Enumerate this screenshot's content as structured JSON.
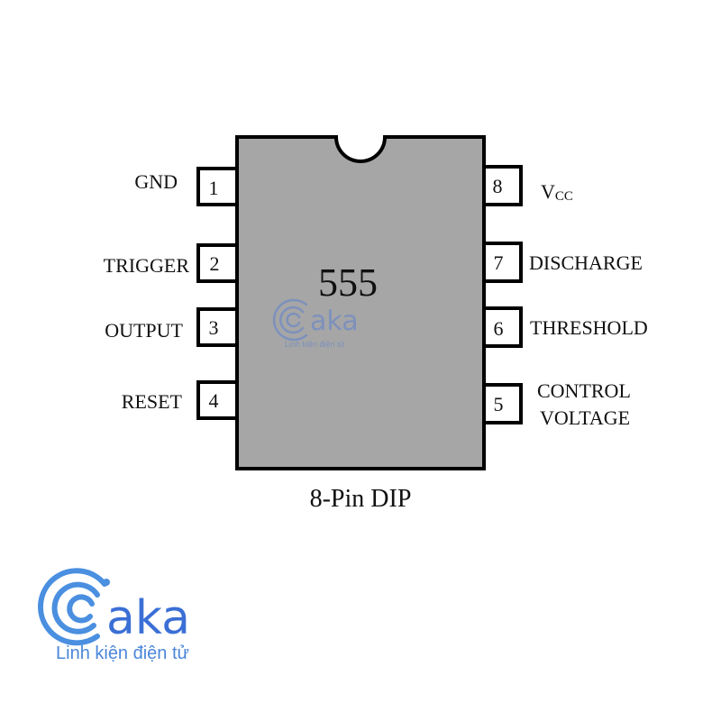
{
  "chip": {
    "name": "555",
    "package": "8-Pin DIP",
    "body_color": "#a6a6a6",
    "outline_color": "#000000"
  },
  "pins": [
    {
      "number": "1",
      "label": "GND",
      "side": "left"
    },
    {
      "number": "2",
      "label": "TRIGGER",
      "side": "left"
    },
    {
      "number": "3",
      "label": "OUTPUT",
      "side": "left"
    },
    {
      "number": "4",
      "label": "RESET",
      "side": "left"
    },
    {
      "number": "8",
      "label_main": "V",
      "label_sub": "CC",
      "side": "right"
    },
    {
      "number": "7",
      "label": "DISCHARGE",
      "side": "right"
    },
    {
      "number": "6",
      "label": "THRESHOLD",
      "side": "right"
    },
    {
      "number": "5",
      "label_line1": "CONTROL",
      "label_line2": "VOLTAGE",
      "side": "right"
    }
  ],
  "logo": {
    "word": "aka",
    "tagline": "Linh kiện điện tử",
    "color": "#3b6fd6",
    "icon": "wifi-c-logo-icon"
  },
  "watermark": {
    "word": "aka",
    "tagline": "Linh kiện điện tử",
    "icon": "wifi-c-logo-icon"
  }
}
